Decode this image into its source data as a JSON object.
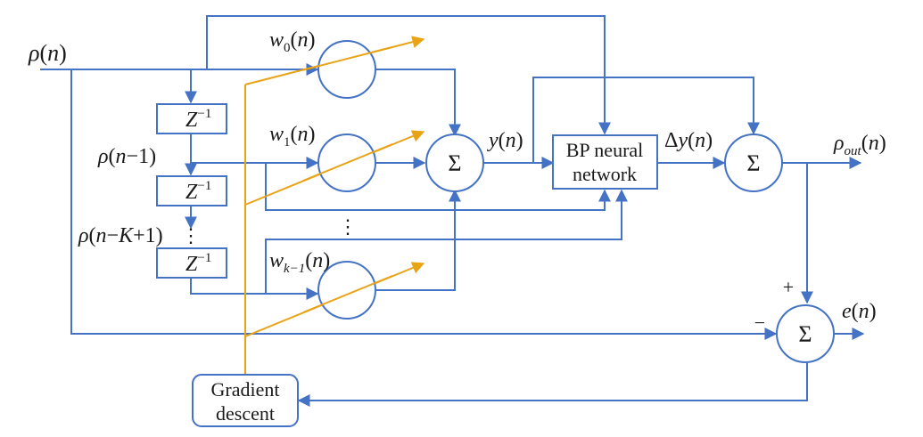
{
  "colors": {
    "signal": "#4472C4",
    "adapt": "#E8A317",
    "text": "#1a1a1a"
  },
  "labels": {
    "rho_n": {
      "sym": "ρ",
      "open": "(",
      "var": "n",
      "close": ")"
    },
    "rho_n1": {
      "sym": "ρ",
      "open": "(",
      "var": "n",
      "rest": "−1)"
    },
    "rho_nk": {
      "sym": "ρ",
      "open": "(",
      "var": "n",
      "minus": "−",
      "k": "K",
      "rest": "+1)"
    },
    "w0": {
      "sym": "w",
      "sub": "0",
      "open": "(",
      "var": "n",
      "close": ")"
    },
    "w1": {
      "sym": "w",
      "sub": "1",
      "open": "(",
      "var": "n",
      "close": ")"
    },
    "wk": {
      "sym": "w",
      "sub": "k−1",
      "open": "(",
      "var": "n",
      "close": ")"
    },
    "y": {
      "sym": "y",
      "open": "(",
      "var": "n",
      "close": ")"
    },
    "dy": {
      "delta": "Δ",
      "sym": "y",
      "open": "(",
      "var": "n",
      "close": ")"
    },
    "rho_out": {
      "sym": "ρ",
      "sub": "out",
      "open": "(",
      "var": "n",
      "close": ")"
    },
    "e": {
      "sym": "e",
      "open": "(",
      "var": "n",
      "close": ")"
    },
    "plus": "+",
    "minus": "−",
    "dots": "⋮"
  },
  "blocks": {
    "delay": {
      "base": "Z",
      "exp": "−1"
    },
    "bp_line1": "BP neural",
    "bp_line2": "network",
    "gd_line1": "Gradient",
    "gd_line2": "descent",
    "sum": "Σ"
  }
}
